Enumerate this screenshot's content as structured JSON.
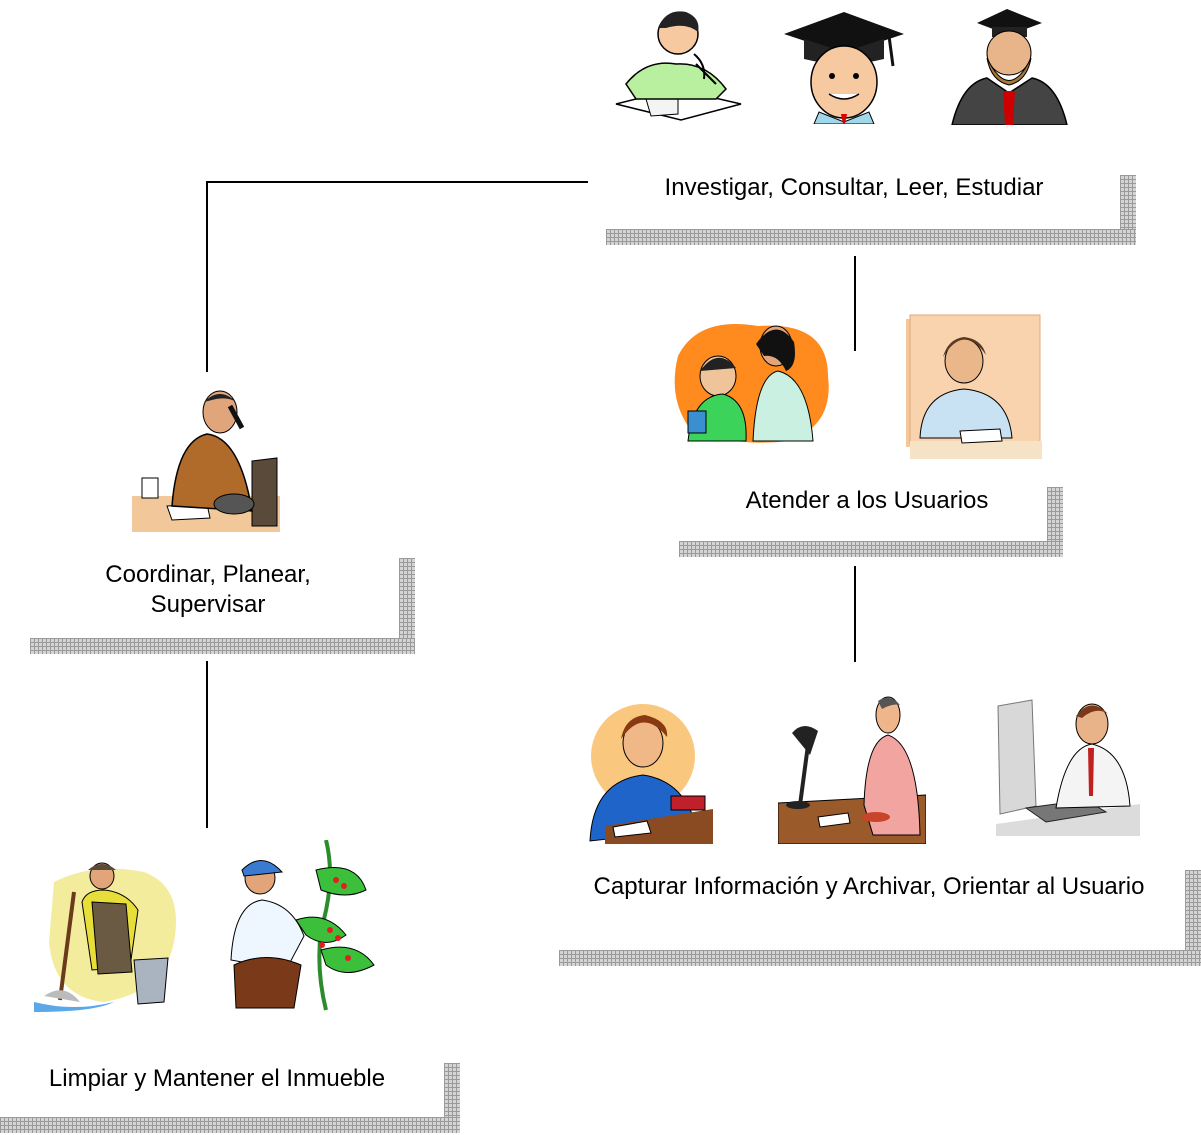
{
  "nodes": {
    "top": {
      "label": "Investigar, Consultar, Leer, Estudiar",
      "icons": [
        "student-reading-icon",
        "graduate-icon",
        "professor-icon"
      ]
    },
    "coord": {
      "label": "Coordinar, Planear, Supervisar",
      "icons": [
        "man-on-phone-icon"
      ]
    },
    "atender": {
      "label": "Atender a los Usuarios",
      "icons": [
        "teacher-with-child-icon",
        "woman-at-desk-icon"
      ]
    },
    "capturar": {
      "label": "Capturar Información y Archivar, Orientar al Usuario",
      "icons": [
        "woman-thinking-icon",
        "man-at-lamp-desk-icon",
        "man-at-computer-icon"
      ]
    },
    "limpiar": {
      "label": "Limpiar y Mantener el Inmueble",
      "icons": [
        "janitor-mopping-icon",
        "gardener-icon"
      ]
    }
  }
}
